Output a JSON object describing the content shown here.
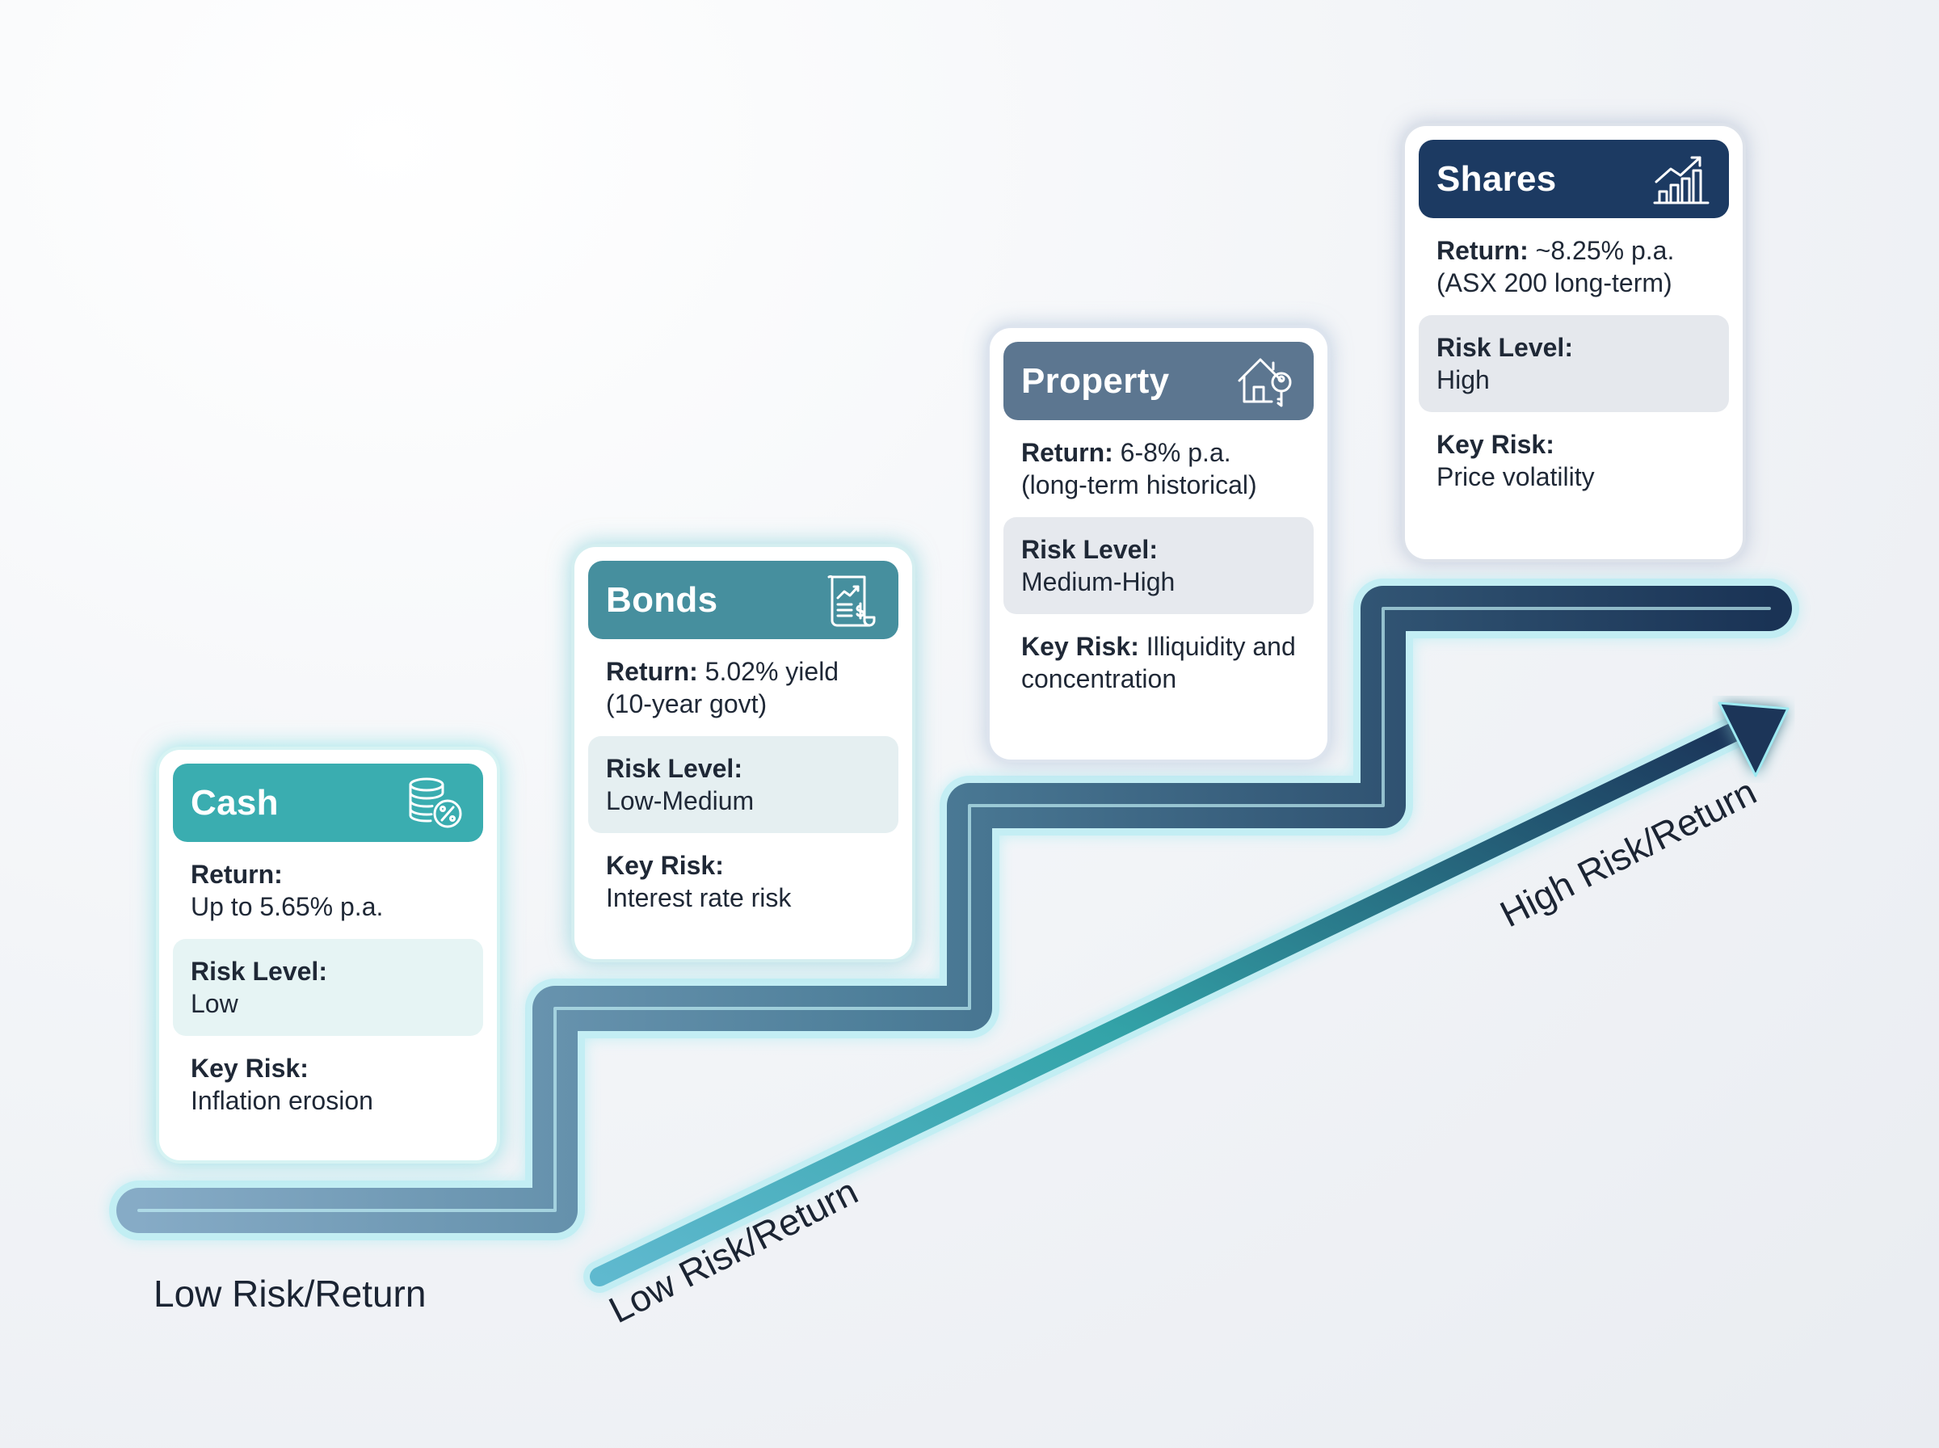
{
  "cards": [
    {
      "id": "cash",
      "title": "Cash",
      "icon": "coins-percent-icon",
      "return_label": "Return:",
      "return_value": "Up to 5.65% p.a.",
      "risk_label": "Risk Level:",
      "risk_value": "Low",
      "key_risk_label": "Key Risk:",
      "key_risk_value": "Inflation erosion",
      "accent": "#3aadb0"
    },
    {
      "id": "bonds",
      "title": "Bonds",
      "icon": "bond-document-icon",
      "return_label": "Return:",
      "return_value": "5.02% yield (10-year govt)",
      "risk_label": "Risk Level:",
      "risk_value": "Low-Medium",
      "key_risk_label": "Key Risk:",
      "key_risk_value": "Interest rate risk",
      "accent": "#468f9e"
    },
    {
      "id": "property",
      "title": "Property",
      "icon": "house-key-icon",
      "return_label": "Return:",
      "return_value": "6-8% p.a. (long-term historical)",
      "risk_label": "Risk Level:",
      "risk_value": "Medium-High",
      "key_risk_label": "Key Risk:",
      "key_risk_value": "Illiquidity and concentration",
      "accent": "#5c7690"
    },
    {
      "id": "shares",
      "title": "Shares",
      "icon": "bar-chart-growth-icon",
      "return_label": "Return:",
      "return_value": "~8.25% p.a. (ASX 200 long-term)",
      "risk_label": "Risk Level:",
      "risk_value": "High",
      "key_risk_label": "Key Risk:",
      "key_risk_value": "Price volatility",
      "accent": "#1c3a62"
    }
  ],
  "labels": {
    "low_left": "Low Risk/Return",
    "low_diag": "Low Risk/Return",
    "high_diag": "High Risk/Return"
  },
  "colors": {
    "staircase_start": "#7fa8c4",
    "staircase_end": "#1c3558",
    "arrow_start": "#4fc0c4",
    "arrow_end": "#1c3558",
    "glow": "#8ee6ee"
  }
}
